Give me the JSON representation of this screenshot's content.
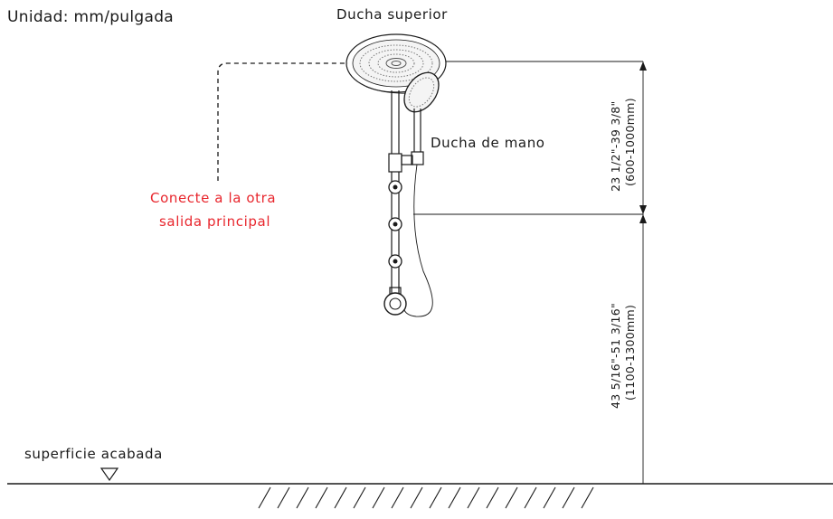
{
  "unit_label": "Unidad: mm/pulgada",
  "labels": {
    "overhead_shower": "Ducha superior",
    "hand_shower": "Ducha de mano",
    "connect_note_line1": "Conecte a la otra",
    "connect_note_line2": "salida principal",
    "finished_surface": "superficie acabada"
  },
  "dimensions": {
    "upper_inch": "23 1/2\"-39 3/8\"",
    "upper_mm": "(600-1000mm)",
    "lower_inch": "43 5/16\"-51  3/16\"",
    "lower_mm": "(1100-1300mm)"
  },
  "colors": {
    "line": "#1a1a1a",
    "note": "#e8262d"
  }
}
